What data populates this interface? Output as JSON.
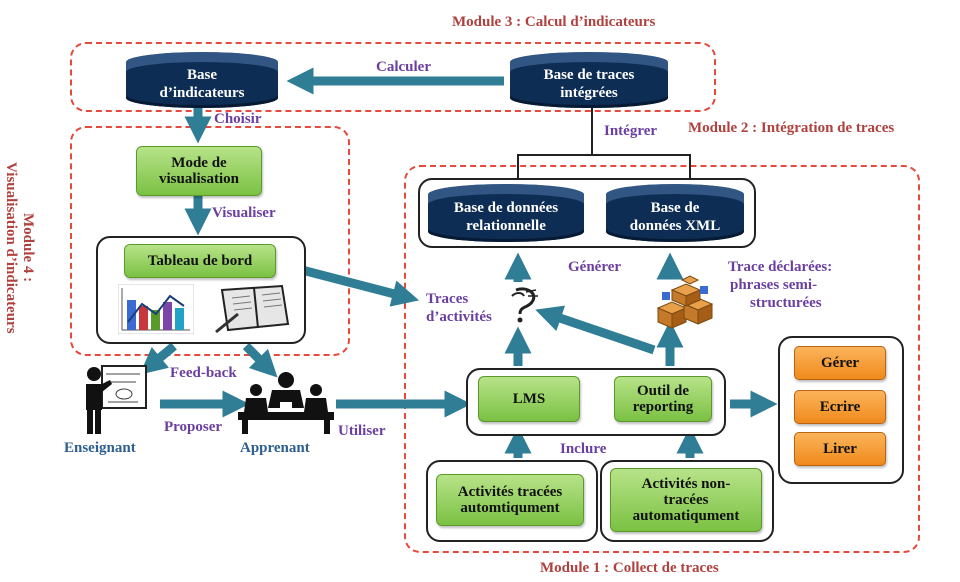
{
  "modules": {
    "module1": "Module 1 : Collect de traces",
    "module2": "Module 2 : Intégration de traces",
    "module3": "Module 3 : Calcul d’indicateurs",
    "module4_line1": "Module 4 :",
    "module4_line2": "Visualisation d’indicateurs"
  },
  "databases": {
    "indicateurs_line1": "Base",
    "indicateurs_line2": "d’indicateurs",
    "traces_integrees_line1": "Base de traces",
    "traces_integrees_line2": "intégrées",
    "relationnelle_line1": "Base de données",
    "relationnelle_line2": "relationnelle",
    "xml_line1": "Base de",
    "xml_line2": "données XML"
  },
  "boxes": {
    "mode_visualisation_line1": "Mode de",
    "mode_visualisation_line2": "visualisation",
    "tableau_de_bord": "Tableau de bord",
    "lms": "LMS",
    "outil_reporting_line1": "Outil de",
    "outil_reporting_line2": "reporting",
    "activites_auto_line1": "Activités tracées",
    "activites_auto_line2": "automtiqument",
    "activites_non_auto_line1": "Activités non-",
    "activites_non_auto_line2": "tracées",
    "activites_non_auto_line3": "automatiqument",
    "gerer": "Gérer",
    "ecrire": "Ecrire",
    "lirer": "Lirer"
  },
  "labels": {
    "calculer": "Calculer",
    "choisir": "Choisir",
    "visualiser": "Visualiser",
    "integrer": "Intégrer",
    "generer": "Générer",
    "traces_activites_line1": "Traces",
    "traces_activites_line2": "d’activités",
    "trace_declarees_line1": "Trace déclarées:",
    "trace_declarees_line2": "phrases semi-",
    "trace_declarees_line3": "structurées",
    "feed_back": "Feed-back",
    "proposer": "Proposer",
    "utiliser": "Utiliser",
    "inclure": "Inclure",
    "enseignant": "Enseignant",
    "apprenant": "Apprenant"
  },
  "colors": {
    "arrow": "#2f7e96",
    "database": "#0e2d55",
    "green_box": "#7bc143",
    "orange_box": "#f08a1c",
    "module_border": "#e64a3c",
    "module_title": "#b0413e",
    "purple_label": "#6b3fa0",
    "blue_label": "#2e5f8f"
  },
  "icons": [
    "bar-chart-icon",
    "open-book-icon",
    "speech-bubble-icon",
    "cubes-icon",
    "teacher-icon",
    "students-icon"
  ]
}
